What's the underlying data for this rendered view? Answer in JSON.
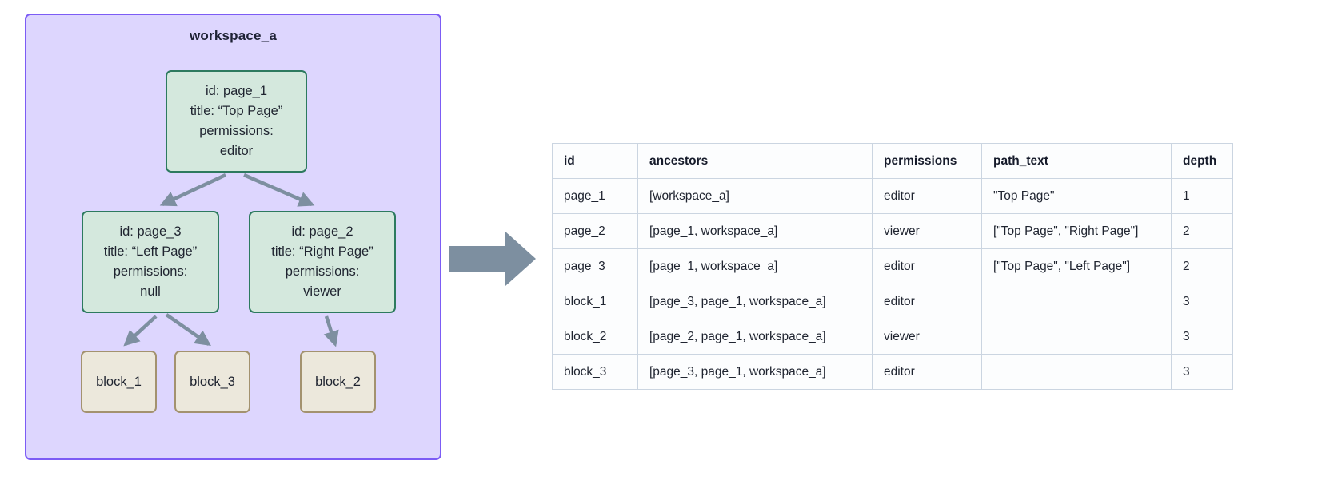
{
  "diagram": {
    "container_label": "workspace_a",
    "container_color": "#ddd6fe",
    "container_border_color": "#7c5cf5",
    "page_node_color": "#d4e8dd",
    "page_node_border_color": "#2d7a5f",
    "block_node_color": "#ece8dc",
    "block_node_border_color": "#a3926f",
    "arrow_color": "#7d8fa0",
    "nodes": {
      "page_1": {
        "id_line": "id: page_1",
        "title_line": "title: “Top Page”",
        "permissions_label": "permissions:",
        "permissions_value": "editor"
      },
      "page_3": {
        "id_line": "id: page_3",
        "title_line": "title: “Left Page”",
        "permissions_label": "permissions:",
        "permissions_value": "null"
      },
      "page_2": {
        "id_line": "id: page_2",
        "title_line": "title: “Right Page”",
        "permissions_label": "permissions:",
        "permissions_value": "viewer"
      },
      "block_1": {
        "label": "block_1"
      },
      "block_3": {
        "label": "block_3"
      },
      "block_2": {
        "label": "block_2"
      }
    }
  },
  "table": {
    "columns": [
      "id",
      "ancestors",
      "permissions",
      "path_text",
      "depth"
    ],
    "rows": [
      {
        "id": "page_1",
        "ancestors": "[workspace_a]",
        "permissions": "editor",
        "path_text": "\"Top Page\"",
        "depth": "1"
      },
      {
        "id": "page_2",
        "ancestors": "[page_1, workspace_a]",
        "permissions": "viewer",
        "path_text": "[\"Top Page\", \"Right Page\"]",
        "depth": "2"
      },
      {
        "id": "page_3",
        "ancestors": "[page_1, workspace_a]",
        "permissions": "editor",
        "path_text": "[\"Top Page\", \"Left Page\"]",
        "depth": "2"
      },
      {
        "id": "block_1",
        "ancestors": "[page_3, page_1, workspace_a]",
        "permissions": "editor",
        "path_text": "",
        "depth": "3"
      },
      {
        "id": "block_2",
        "ancestors": "[page_2, page_1, workspace_a]",
        "permissions": "viewer",
        "path_text": "",
        "depth": "3"
      },
      {
        "id": "block_3",
        "ancestors": "[page_3, page_1, workspace_a]",
        "permissions": "editor",
        "path_text": "",
        "depth": "3"
      }
    ]
  }
}
